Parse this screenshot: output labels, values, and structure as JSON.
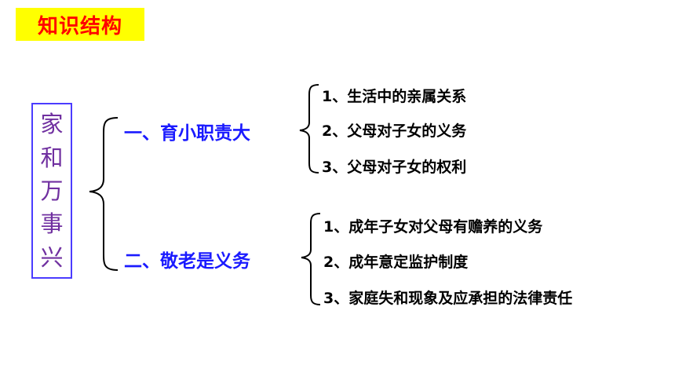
{
  "title": "知识结构",
  "root": [
    "家",
    "和",
    "万",
    "事",
    "兴"
  ],
  "branches": [
    {
      "label": "一、育小职责大",
      "items": [
        "1、生活中的亲属关系",
        "2、父母对子女的义务",
        "3、父母对子女的权利"
      ]
    },
    {
      "label": "二、敬老是义务",
      "items": [
        "1、成年子女对父母有赡养的义务",
        "2、成年意定监护制度",
        "3、家庭失和现象及应承担的法律责任"
      ]
    }
  ],
  "colors": {
    "title_bg": "#ffff00",
    "title_text": "#ff0000",
    "root_border": "#4b3cff",
    "root_text": "#7030a0",
    "branch_text": "#1a1aff",
    "leaf_text": "#000000"
  }
}
